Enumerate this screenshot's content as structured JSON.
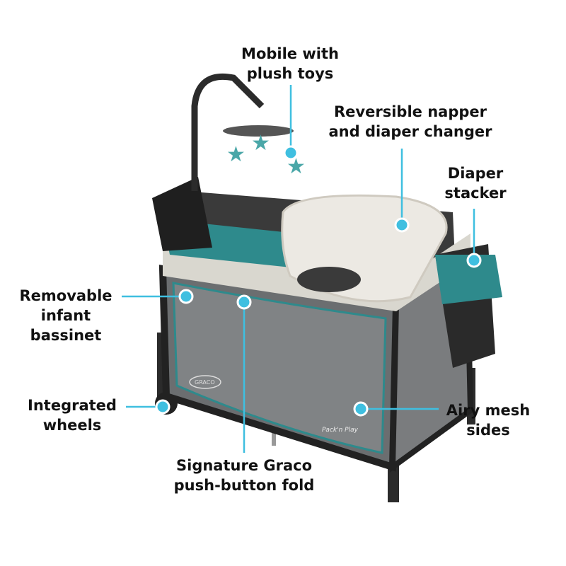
{
  "colors": {
    "callout": "#3fbfe0",
    "frame": "#2b2b2b",
    "teal": "#2e8a8c",
    "napper": "#ece9e3",
    "background": "#ffffff"
  },
  "product": {
    "brand_logo": "GRACO",
    "side_logo": "Pack 'n Play"
  },
  "callouts": [
    {
      "id": "mobile",
      "lines": [
        "Mobile with",
        "plush toys"
      ]
    },
    {
      "id": "napper",
      "lines": [
        "Reversible napper",
        "and diaper changer"
      ]
    },
    {
      "id": "stacker",
      "lines": [
        "Diaper",
        "stacker"
      ]
    },
    {
      "id": "bassinet",
      "lines": [
        "Removable",
        "infant",
        "bassinet"
      ]
    },
    {
      "id": "wheels",
      "lines": [
        "Integrated",
        "wheels"
      ]
    },
    {
      "id": "fold",
      "lines": [
        "Signature Graco",
        "push-button fold"
      ]
    },
    {
      "id": "mesh",
      "lines": [
        "Airy mesh",
        "sides"
      ]
    }
  ]
}
